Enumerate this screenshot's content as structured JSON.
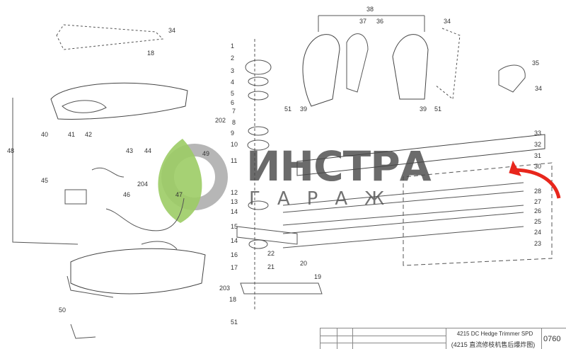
{
  "labels": [
    "38",
    "37",
    "36",
    "34",
    "34",
    "18",
    "1",
    "2",
    "3",
    "4",
    "5",
    "6",
    "202",
    "7",
    "8",
    "9",
    "10",
    "11",
    "12",
    "13",
    "14",
    "15",
    "14",
    "16",
    "17",
    "203",
    "18",
    "51",
    "50",
    "48",
    "40",
    "41",
    "42",
    "43",
    "44",
    "45",
    "46",
    "204",
    "47",
    "49",
    "35",
    "34",
    "51",
    "39",
    "39",
    "51",
    "33",
    "32",
    "31",
    "30",
    "28",
    "27",
    "26",
    "25",
    "24",
    "23",
    "22",
    "21",
    "20",
    "19"
  ],
  "watermark": {
    "line1": "ИНСТРА",
    "line2": "ГАРАЖ"
  },
  "title_block": {
    "title": "4215 DC Hedge Trimmer SPD",
    "subtitle": "(4215 直流修枝机售后爆炸图)",
    "number": "0760"
  },
  "colors": {
    "arrow": "#e8261c",
    "leaf": "#9ccc65",
    "gear": "#9e9e9e"
  }
}
